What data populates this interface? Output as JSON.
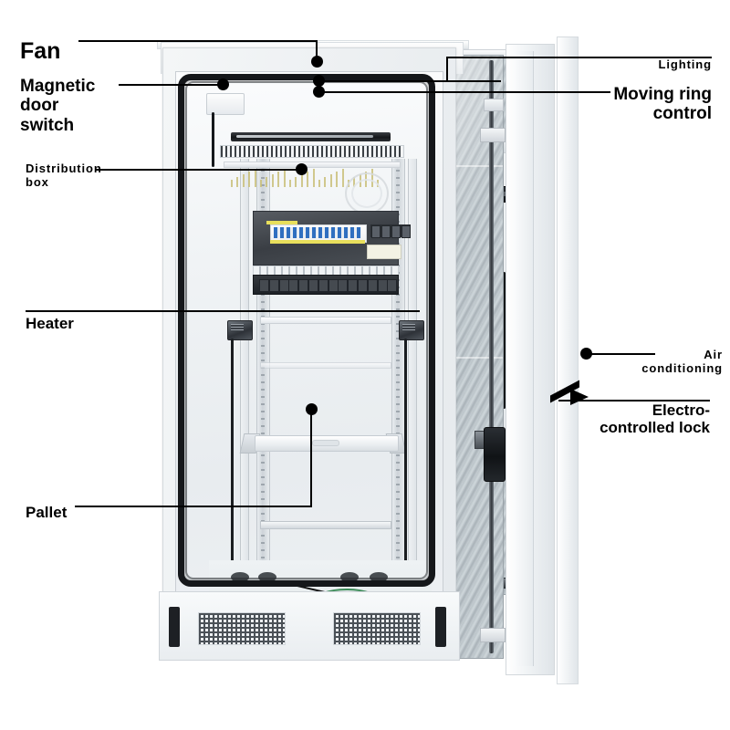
{
  "diagram": {
    "subject": "outdoor-network-cabinet",
    "title": "",
    "background_color": "#ffffff",
    "line_color": "#000000"
  },
  "callouts": [
    {
      "id": "fan",
      "label": "Fan",
      "size": "xl",
      "align": "left",
      "target": "top-cabinet-roof"
    },
    {
      "id": "magnetic",
      "label": "Magnetic\ndoor switch",
      "size": "lg",
      "align": "left",
      "target": "magnetic-door-switch-box"
    },
    {
      "id": "distribution",
      "label": "Distribution\nbox",
      "size": "sm",
      "align": "left",
      "target": "distribution-box"
    },
    {
      "id": "heater",
      "label": "Heater",
      "size": "md",
      "align": "left",
      "target": "heater-unit"
    },
    {
      "id": "pallet",
      "label": "Pallet",
      "size": "md",
      "align": "left",
      "target": "pallet-shelf"
    },
    {
      "id": "lighting",
      "label": "Lighting",
      "size": "sm",
      "align": "right",
      "target": "light-bar"
    },
    {
      "id": "moving_ring",
      "label": "Moving ring\ncontrol",
      "size": "lg",
      "align": "right",
      "target": "moving-ring-control"
    },
    {
      "id": "air_cond",
      "label": "Air\nconditioning",
      "size": "sm",
      "align": "right",
      "target": "air-conditioner"
    },
    {
      "id": "lock",
      "label": "Electro-\ncontrolled lock",
      "size": "md",
      "align": "right",
      "target": "electro-controlled-lock"
    }
  ],
  "components": {
    "fan_tray": "fan-tray",
    "vent_strip": "vent-strip",
    "distribution_box": "distribution-box",
    "patch_panel": "patch-panel",
    "pallet_shelf": "pallet-shelf",
    "heater_left": "heater-unit-left",
    "heater_right": "heater-unit-right",
    "air_conditioner": "air-conditioner",
    "ac_display": "ac-display-panel",
    "ac_fan_grille": "ac-fan-grille",
    "ac_condenser": "ac-condenser-coil",
    "door_lock": "electro-controlled-lock",
    "door_leaf": "cabinet-door",
    "plinth": "cabinet-plinth",
    "plinth_vent_left": "plinth-vent-left",
    "plinth_vent_right": "plinth-vent-right",
    "gasket": "door-gasket-seal",
    "rails": "rack-mounting-rails",
    "fiber_coil": "fiber-slack-coil",
    "bottom_fan": "bottom-fan-unit",
    "cable_entry": "cable-entry-holes"
  }
}
